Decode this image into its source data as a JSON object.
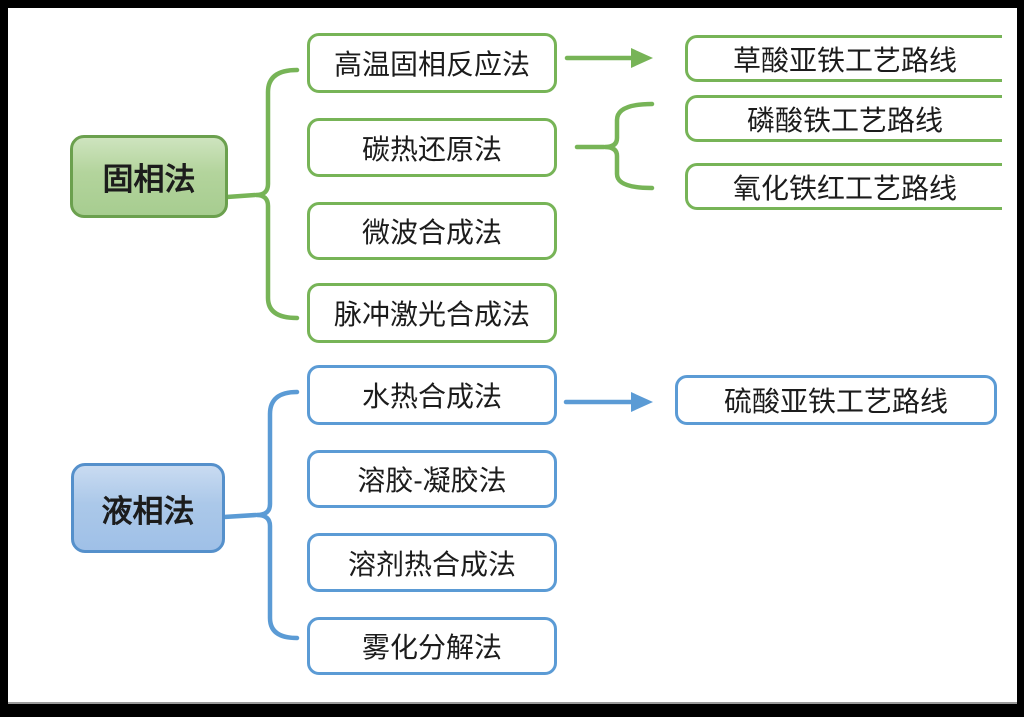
{
  "diagram": {
    "colors": {
      "solid_group_accent": "#77B457",
      "liquid_group_accent": "#5B9BD5",
      "text": "#1C1C1C",
      "background": "#FFFFFF",
      "frame": "#000000"
    },
    "solid_group": {
      "parent": "固相法",
      "methods": [
        "高温固相反应法",
        "碳热还原法",
        "微波合成法",
        "脉冲激光合成法"
      ],
      "routes": [
        "草酸亚铁工艺路线",
        "磷酸铁工艺路线",
        "氧化铁红工艺路线"
      ]
    },
    "liquid_group": {
      "parent": "液相法",
      "methods": [
        "水热合成法",
        "溶胶-凝胶法",
        "溶剂热合成法",
        "雾化分解法"
      ],
      "routes": [
        "硫酸亚铁工艺路线"
      ]
    },
    "connections": [
      {
        "from": "固相法",
        "to": [
          "高温固相反应法",
          "碳热还原法",
          "微波合成法",
          "脉冲激光合成法"
        ],
        "type": "brace",
        "color": "#77B457"
      },
      {
        "from": "高温固相反应法",
        "to": [
          "草酸亚铁工艺路线"
        ],
        "type": "arrow",
        "color": "#77B457"
      },
      {
        "from": "碳热还原法",
        "to": [
          "磷酸铁工艺路线",
          "氧化铁红工艺路线"
        ],
        "type": "brace",
        "color": "#77B457"
      },
      {
        "from": "液相法",
        "to": [
          "水热合成法",
          "溶胶-凝胶法",
          "溶剂热合成法",
          "雾化分解法"
        ],
        "type": "brace",
        "color": "#5B9BD5"
      },
      {
        "from": "水热合成法",
        "to": [
          "硫酸亚铁工艺路线"
        ],
        "type": "arrow",
        "color": "#5B9BD5"
      }
    ]
  }
}
